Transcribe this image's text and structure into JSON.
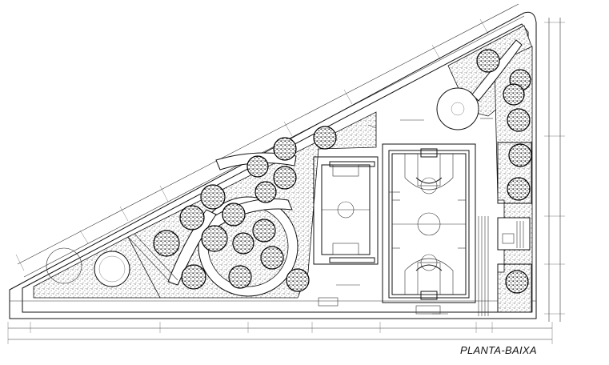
{
  "drawing": {
    "caption": "PLANTA-BAIXA"
  },
  "colors": {
    "ink": "#111111",
    "paper": "#ffffff",
    "vegetation_speckle": "#444444"
  },
  "icons": {
    "trees": "tree-canopy-symbol",
    "court_markings": "sports-court-lines"
  }
}
